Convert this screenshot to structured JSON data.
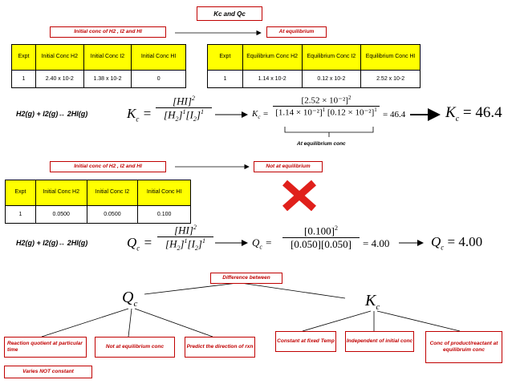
{
  "title": "Kc and Qc",
  "section1": {
    "initial_label": "Initial conc of H2 , I2 and HI",
    "eq_label": "At equilibrium",
    "initial_table": {
      "headers": [
        "Expt",
        "Initial Conc H2",
        "Initial Conc I2",
        "Initial Conc HI"
      ],
      "row": [
        "1",
        "2.40 x 10-2",
        "1.38 x 10-2",
        "0"
      ]
    },
    "eq_table": {
      "headers": [
        "Expt",
        "Equilibrium Conc H2",
        "Equilibrium Conc I2",
        "Equilibrium Conc HI"
      ],
      "row": [
        "1",
        "1.14 x 10-2",
        "0.12 x 10-2",
        "2.52 x 10-2"
      ]
    },
    "reaction": "H2(g) + I2(g)↔ 2HI(g)",
    "kc_numerator": "2.52 × 10⁻²",
    "kc_den_1": "1.14 × 10⁻²",
    "kc_den_2": "0.12 × 10⁻²",
    "kc_value": "46.4",
    "at_eq_caption": "At equilibrium conc"
  },
  "section2": {
    "initial_label": "Initial conc of H2 , I2 and HI",
    "not_eq_label": "Not at equilibrium",
    "table": {
      "headers": [
        "Expt",
        "Initial Conc H2",
        "Initial Conc I2",
        "Initial Conc HI"
      ],
      "row": [
        "1",
        "0.0500",
        "0.0500",
        "0.100"
      ]
    },
    "reaction": "H2(g) + I2(g)↔ 2HI(g)",
    "qc_numerator": "0.100",
    "qc_den_1": "0.050",
    "qc_den_2": "0.050",
    "qc_value": "4.00"
  },
  "section3": {
    "difference_label": "Difference between",
    "qc_items": [
      "Reaction quotient at particular time",
      "Not at equilibrium conc",
      "Predict the direction of rxn"
    ],
    "qc_extra": "Varies NOT constant",
    "kc_items": [
      "Constant at fixed Temp",
      "Independent of initial conc",
      "Conc of product/reactant at equilibruim conc"
    ]
  },
  "colors": {
    "box_border": "#c00000",
    "header_fill": "#ffff00",
    "cross": "#e0201b"
  }
}
